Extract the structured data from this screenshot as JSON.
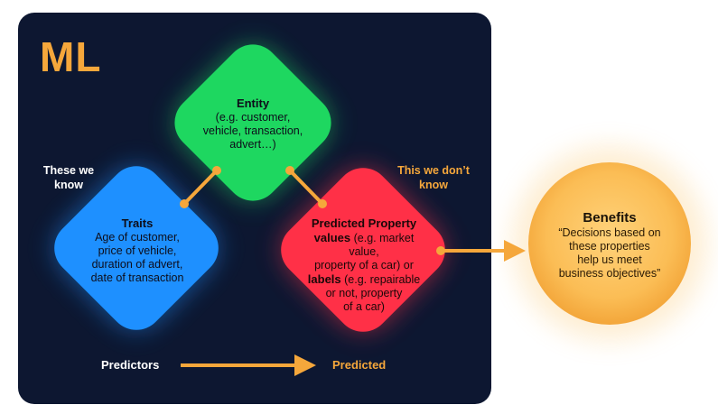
{
  "title": "ML",
  "entity": {
    "heading": "Entity",
    "lines": [
      "(e.g. customer,",
      "vehicle, transaction,",
      "advert…)"
    ]
  },
  "traits": {
    "heading": "Traits",
    "lines": [
      "Age of customer,",
      "price of vehicle,",
      "duration of advert,",
      "date of transaction"
    ]
  },
  "predicted": {
    "heading": "Predicted Property",
    "line1_bold": "values",
    "line1_rest": " (e.g. market value,",
    "line2": "property of a car) or",
    "line3_bold": "labels",
    "line3_rest": " (e.g. repairable",
    "line4": "or not, property",
    "line5": "of a car)"
  },
  "these_we_know": [
    "These we",
    "know"
  ],
  "this_we_dont_know": [
    "This we don’t",
    "know"
  ],
  "predictors_label": "Predictors",
  "predicted_label": "Predicted",
  "benefits": {
    "heading": "Benefits",
    "lines": [
      "“Decisions based on",
      "these properties",
      "help us meet",
      "business objectives”"
    ]
  },
  "colors": {
    "panel": "#0d1731",
    "accent_orange": "#f5a73b",
    "entity_green": "#1ed760",
    "traits_blue": "#1e90ff",
    "predicted_red": "#ff3047",
    "benefits_yellow": "#fbbd55"
  }
}
